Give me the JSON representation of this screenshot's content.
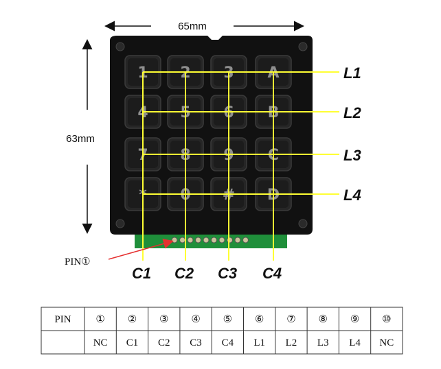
{
  "dimensions": {
    "width_label": "65mm",
    "height_label": "63mm"
  },
  "keys": [
    [
      "1",
      "2",
      "3",
      "A"
    ],
    [
      "4",
      "5",
      "6",
      "B"
    ],
    [
      "7",
      "8",
      "9",
      "C"
    ],
    [
      "*",
      "0",
      "#",
      "D"
    ]
  ],
  "rows": [
    "L1",
    "L2",
    "L3",
    "L4"
  ],
  "cols": [
    "C1",
    "C2",
    "C3",
    "C4"
  ],
  "pin_callout": "PIN①",
  "table": {
    "header": [
      "PIN",
      "①",
      "②",
      "③",
      "④",
      "⑤",
      "⑥",
      "⑦",
      "⑧",
      "⑨",
      "⑩"
    ],
    "values": [
      "",
      "NC",
      "C1",
      "C2",
      "C3",
      "C4",
      "L1",
      "L2",
      "L3",
      "L4",
      "NC"
    ]
  },
  "colors": {
    "wire": "#ffff33",
    "callout": "#e53030",
    "pcb": "#1f8f3a",
    "body": "#111111",
    "key": "#262626"
  }
}
